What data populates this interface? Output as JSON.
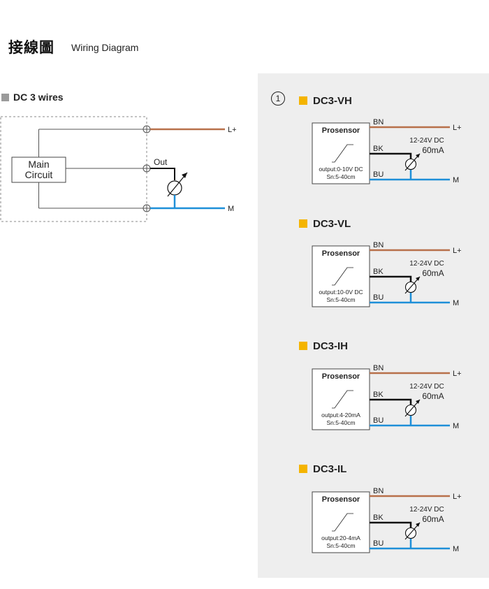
{
  "header": {
    "title_cn": "接線圖",
    "title_en": "Wiring Diagram"
  },
  "left": {
    "section_label": "DC 3 wires",
    "main_circuit": [
      "Main",
      "Circuit"
    ],
    "out_label": "Out",
    "plus_label": "L+",
    "minus_label": "M"
  },
  "right": {
    "circled_number": "1",
    "models": [
      {
        "name": "DC3-VH",
        "brand": "Prosensor",
        "output": "output:0-10V DC",
        "range": "Sn:5-40cm",
        "bn": "BN",
        "bk": "BK",
        "bu": "BU",
        "supply": "12-24V DC",
        "current": "60mA",
        "plus": "L+",
        "minus": "M"
      },
      {
        "name": "DC3-VL",
        "brand": "Prosensor",
        "output": "output:10-0V DC",
        "range": "Sn:5-40cm",
        "bn": "BN",
        "bk": "BK",
        "bu": "BU",
        "supply": "12-24V DC",
        "current": "60mA",
        "plus": "L+",
        "minus": "M"
      },
      {
        "name": "DC3-IH",
        "brand": "Prosensor",
        "output": "output:4-20mA",
        "range": "Sn:5-40cm",
        "bn": "BN",
        "bk": "BK",
        "bu": "BU",
        "supply": "12-24V DC",
        "current": "60mA",
        "plus": "L+",
        "minus": "M"
      },
      {
        "name": "DC3-IL",
        "brand": "Prosensor",
        "output": "output:20-4mA",
        "range": "Sn:5-40cm",
        "bn": "BN",
        "bk": "BK",
        "bu": "BU",
        "supply": "12-24V DC",
        "current": "60mA",
        "plus": "L+",
        "minus": "M"
      }
    ]
  },
  "colors": {
    "brown": "#b8704a",
    "black": "#111111",
    "blue": "#1e8fd8",
    "accent": "#f4b400",
    "panel": "#eeeeee"
  }
}
